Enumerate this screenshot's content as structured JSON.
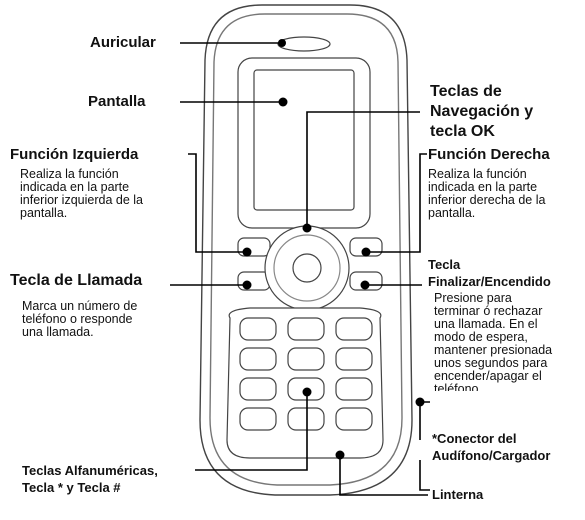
{
  "labels": {
    "earpiece": "Auricular",
    "screen": "Pantalla",
    "nav_keys": [
      "Teclas de",
      "Navegación y",
      "tecla OK"
    ],
    "left_function": "Función Izquierda",
    "left_function_desc": [
      "Realiza la función",
      "indicada en la parte",
      "inferior izquierda de la",
      "pantalla."
    ],
    "right_function": "Función Derecha",
    "right_function_desc": [
      "Realiza la función",
      "indicada en la parte",
      "inferior derecha de la",
      "pantalla."
    ],
    "call_key": "Tecla de Llamada",
    "call_key_desc": [
      "Marca un número de",
      "teléfono o responde",
      "una llamada."
    ],
    "end_key": [
      "Tecla",
      "Finalizar/Encendido"
    ],
    "end_key_desc": [
      "Presione para",
      "terminar ó rechazar",
      "una llamada. En el",
      "modo de espera,",
      "mantener presionada",
      "unos segundos para",
      "encender/apagar el",
      "teléfono."
    ],
    "connector": [
      "*Conector del",
      "Audífono/Cargador"
    ],
    "alnum_keys": [
      "Teclas Alfanuméricas,",
      "Tecla * y Tecla #"
    ],
    "flashlight": "Linterna"
  }
}
